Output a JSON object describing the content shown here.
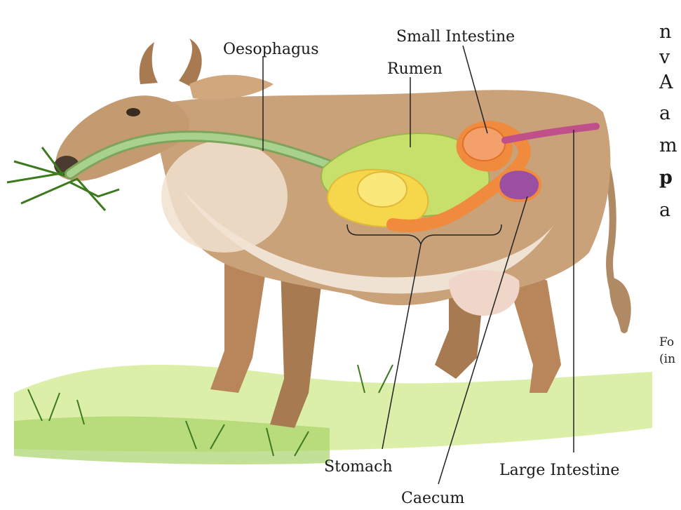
{
  "labels": {
    "oesophagus": "Oesophagus",
    "small_intestine": "Small Intestine",
    "rumen": "Rumen",
    "stomach": "Stomach",
    "large_intestine": "Large Intestine",
    "caecum": "Caecum"
  },
  "side_text": [
    "n",
    "v",
    "A",
    "a",
    "m",
    "p",
    "a"
  ],
  "caption_fragments": [
    "Fo",
    "(in"
  ],
  "colors": {
    "cow_body": "#c9a27a",
    "cow_belly": "#f4e9dd",
    "grass": "#8cc63f",
    "oesophagus": "#a9d18e",
    "rumen": "#c6e06b",
    "stomach_yellow": "#f6d64a",
    "intestine_orange": "#f08a3c",
    "caecum_purple": "#9b4fa0",
    "large_intestine": "#c0508a"
  }
}
